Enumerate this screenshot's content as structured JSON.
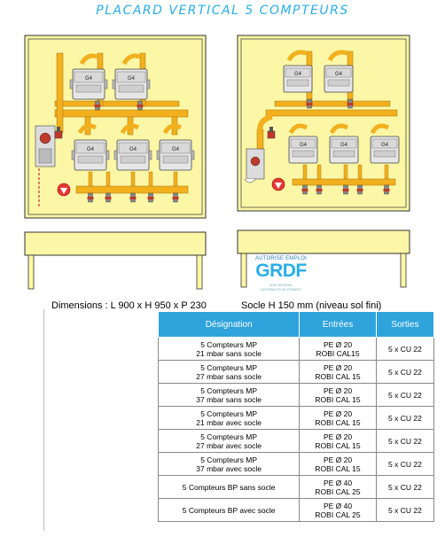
{
  "title": "PLACARD VERTICAL 5 COMPTEURS",
  "meter_label": "G4",
  "grdf": {
    "top": "AUTORISE EMPLOI",
    "name": "GRDF",
    "bottom1": "GAZ RÉSEAU",
    "bottom2": "DISTRIBUTION FRANCE"
  },
  "dimensions": {
    "main": "Dimensions : L 900 x H 950 x P 230",
    "socle": "Socle H 150 mm (niveau sol fini)"
  },
  "table": {
    "headers": [
      "Désignation",
      "Entrées",
      "Sorties"
    ],
    "rows": [
      {
        "designation": [
          "5 Compteurs MP",
          "21 mbar sans socle"
        ],
        "entrees": [
          "PE Ø 20",
          "ROBI CAL15"
        ],
        "sorties": "5 x CU 22"
      },
      {
        "designation": [
          "5 Compteurs MP",
          "27 mbar sans socle"
        ],
        "entrees": [
          "PE Ø 20",
          "ROBI CAL 15"
        ],
        "sorties": "5 x CU 22"
      },
      {
        "designation": [
          "5 Compteurs MP",
          "37 mbar sans socle"
        ],
        "entrees": [
          "PE Ø 20",
          "ROBI CAL 15"
        ],
        "sorties": "5 x CU 22"
      },
      {
        "designation": [
          "5 Compteurs MP",
          "21 mbar avec socle"
        ],
        "entrees": [
          "PE Ø 20",
          "ROBI CAL 15"
        ],
        "sorties": "5 x CU 22"
      },
      {
        "designation": [
          "5 Compteurs MP",
          "27 mbar avec socle"
        ],
        "entrees": [
          "PE Ø 20",
          "ROBI CAL 15"
        ],
        "sorties": "5 x CU 22"
      },
      {
        "designation": [
          "5 Compteurs MP",
          "37 mbar avec socle"
        ],
        "entrees": [
          "PE Ø 20",
          "ROBI CAL 15"
        ],
        "sorties": "5 x CU 22"
      },
      {
        "designation": [
          "5 Compteurs BP sans socle"
        ],
        "entrees": [
          "PE Ø 40",
          "ROBI CAL 25"
        ],
        "sorties": "5 x CU 22"
      },
      {
        "designation": [
          "5 Compteurs BP avec socle"
        ],
        "entrees": [
          "PE Ø 40",
          "ROBI CAL 25"
        ],
        "sorties": "5 x CU 22"
      }
    ]
  }
}
